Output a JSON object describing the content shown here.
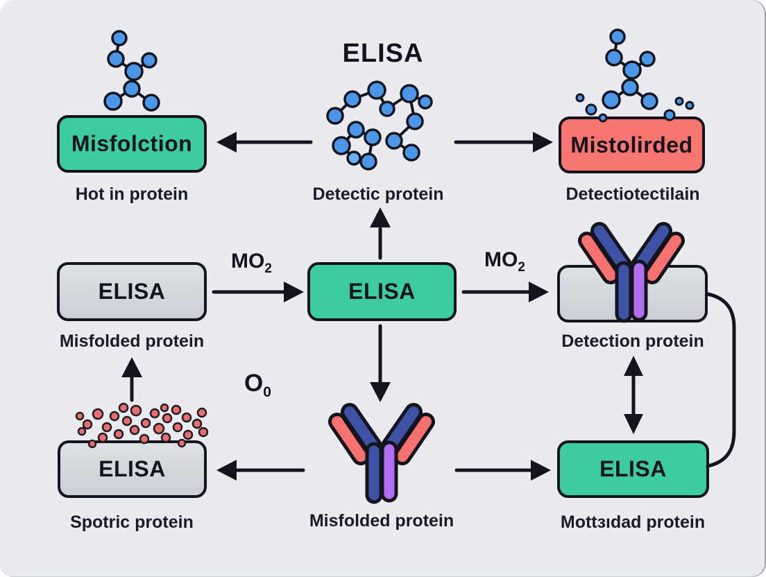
{
  "title": "ELISA",
  "colors": {
    "background": "#e9ebf1",
    "box_green": "#3dcba0",
    "box_red": "#f97572",
    "box_gray": "#d6dade",
    "outline_black": "#14141c",
    "molecule_blue": "#4a96e8",
    "antibody_blue": "#3d51a5",
    "antibody_salmon": "#f87171",
    "antibody_purple": "#b26ef2",
    "sample_dot_red": "#e96e6b"
  },
  "nodes": {
    "top_left": {
      "label": "Misfolction",
      "caption": "Hot in protein"
    },
    "top_center": {
      "caption": "Detectic protein"
    },
    "top_right": {
      "label": "Mistolirded",
      "caption": "Detectiotectilain"
    },
    "mid_left": {
      "label": "ELISA",
      "caption": "Misfolded protein"
    },
    "mid_center": {
      "label": "ELISA"
    },
    "mid_right": {
      "caption": "Detection protein"
    },
    "bottom_left": {
      "label": "ELISA",
      "caption": "Spotric protein"
    },
    "bottom_center": {
      "caption": "Misfolded protein"
    },
    "bottom_right": {
      "label": "ELISA",
      "caption": "Mottɜıdad protein"
    }
  },
  "annotations": {
    "mo2": {
      "base": "MO",
      "sub": "2"
    },
    "o0": {
      "base": "O",
      "sub": "0"
    }
  },
  "icons": [
    "protein-molecule-icon",
    "protein-cluster-icon",
    "antibody-icon",
    "sample-dots"
  ]
}
